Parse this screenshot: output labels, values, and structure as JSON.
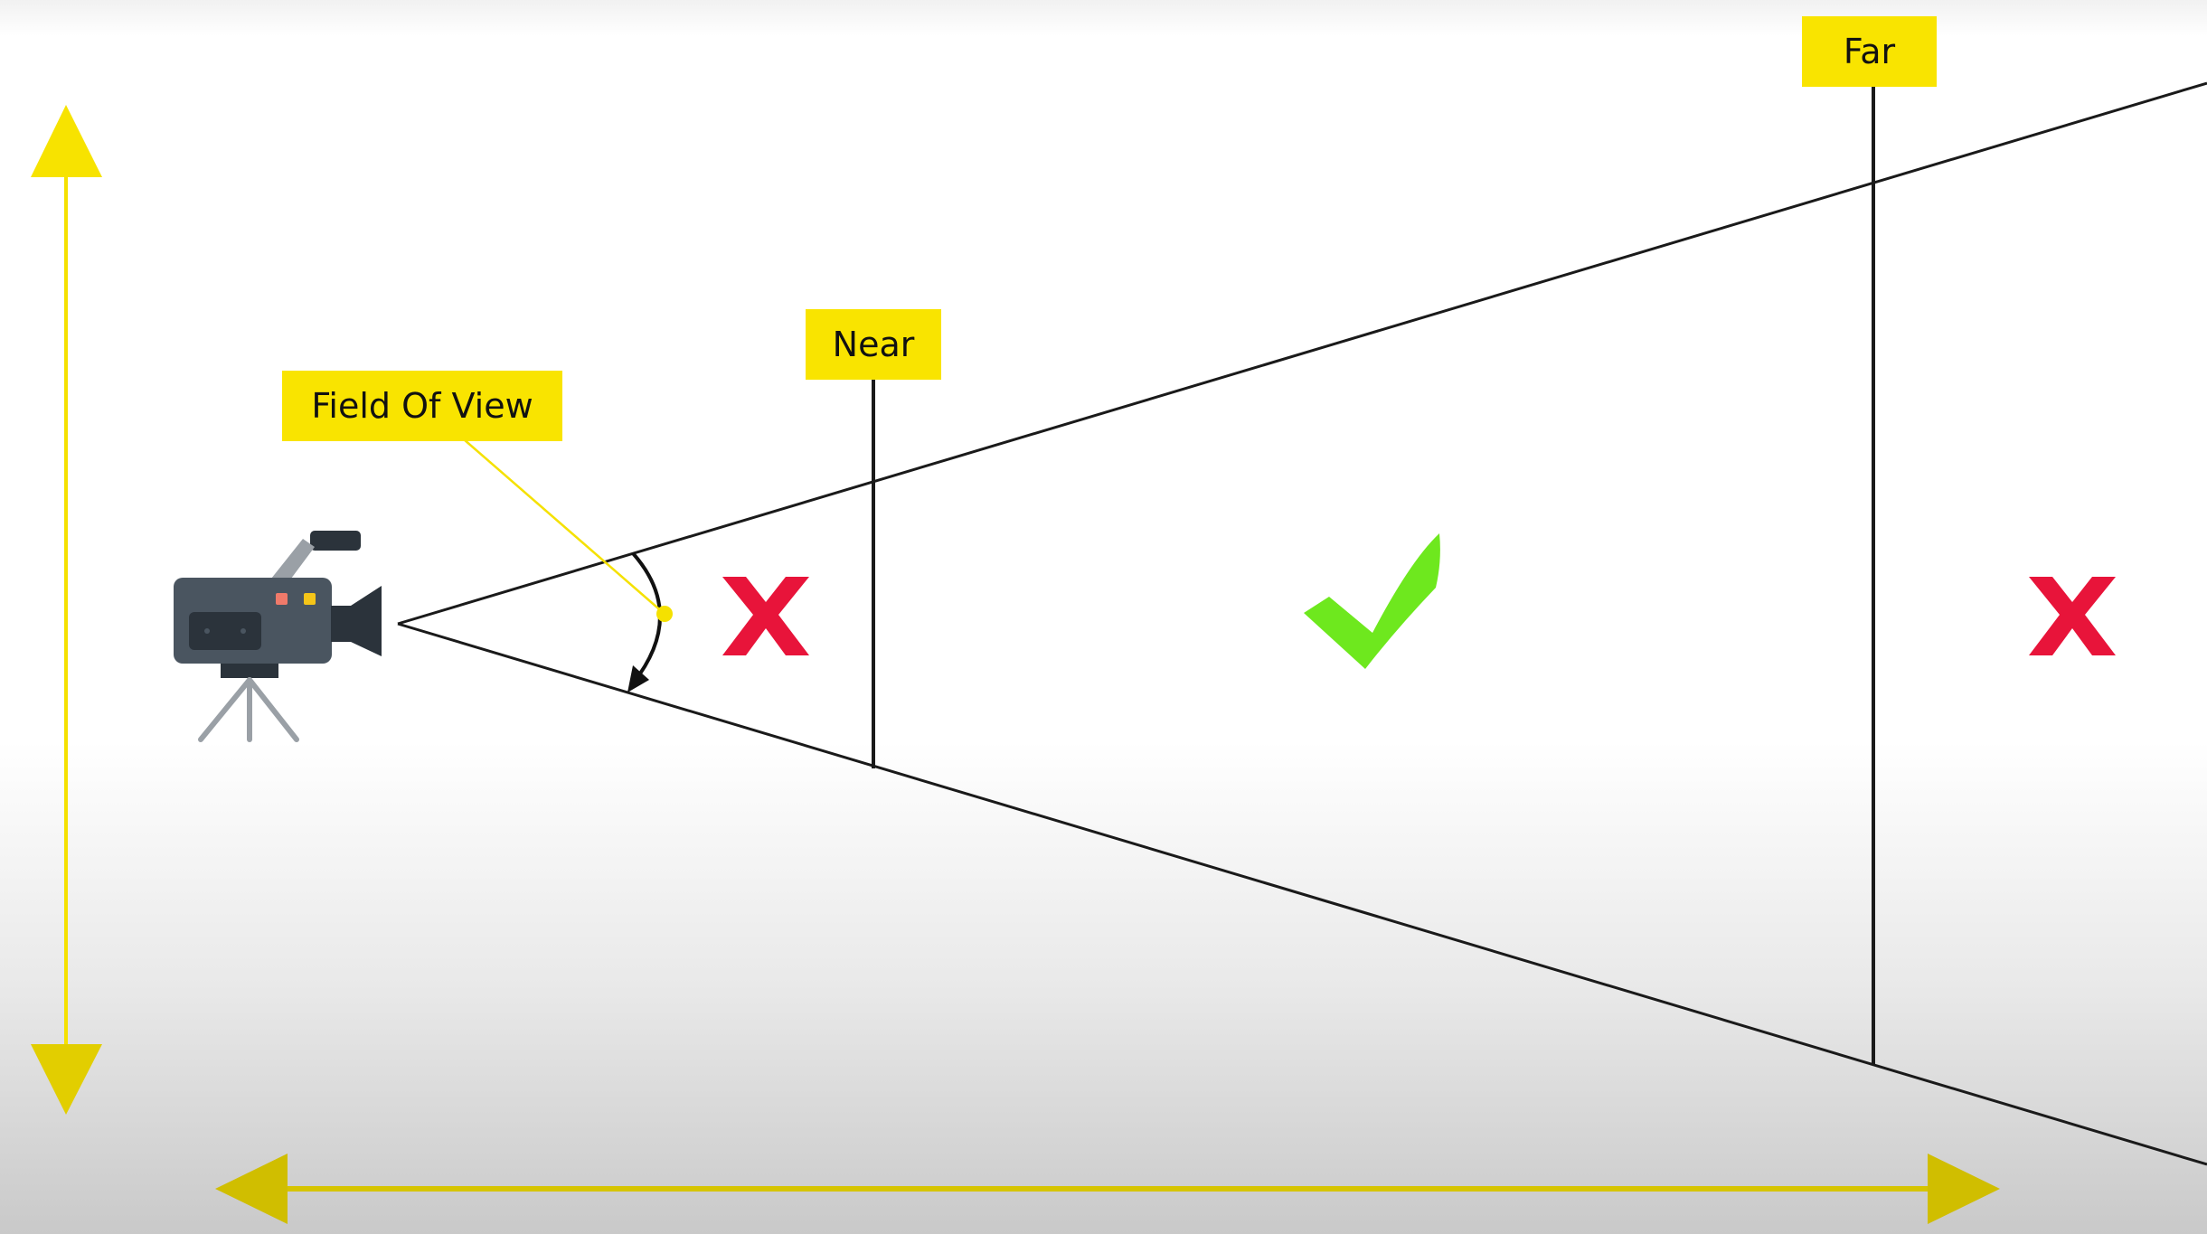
{
  "labels": {
    "field_of_view": "Field Of View",
    "near": "Near",
    "far": "Far"
  },
  "colors": {
    "label_background": "#f9e400",
    "axis_arrow": "#f5e100",
    "axis_arrow_bottom": "#d4c200",
    "frustum_line": "#1a1a1a",
    "cross_mark": "#e8143a",
    "check_mark": "#6ee81e",
    "camera_body": "#4a5560",
    "camera_dark": "#2b333b",
    "camera_accent_red": "#f07a6a",
    "camera_accent_yellow": "#f5c518",
    "tripod": "#9aa0a6"
  },
  "icons": {
    "camera": "video-camera-icon",
    "outside_near": "cross-icon",
    "visible_region": "check-icon",
    "beyond_far": "cross-icon",
    "vertical_axis": "double-arrow-vertical-icon",
    "horizontal_axis": "double-arrow-horizontal-icon"
  }
}
